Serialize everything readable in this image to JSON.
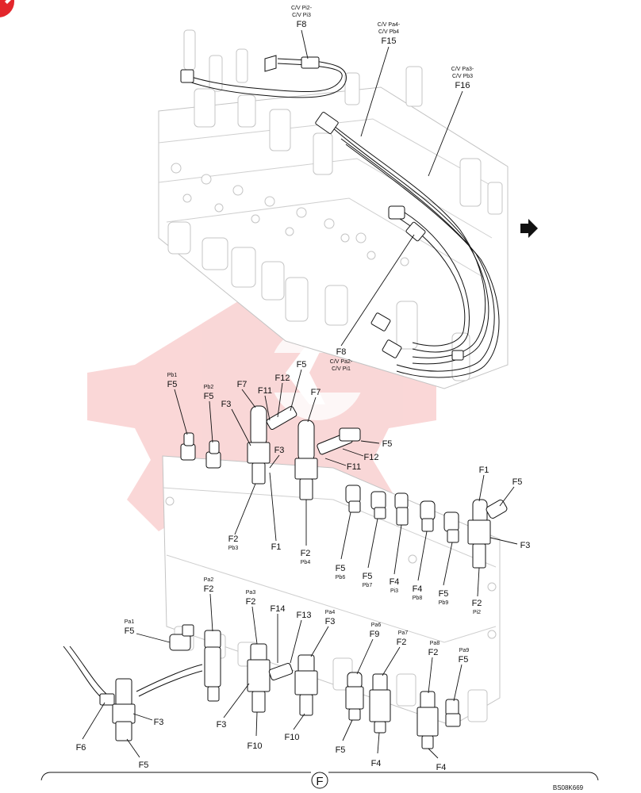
{
  "colors": {
    "line": "#111111",
    "ghost": "#c4c4c4",
    "watermark": "#f2a0a0",
    "badge": "#e3262b"
  },
  "watermark_icon": "gear-logo-watermark",
  "upper_labels": {
    "f8_top": {
      "sub": [
        "C/V Pi2-",
        "C/V Pi3"
      ],
      "code": "F8"
    },
    "f15": {
      "sub": [
        "C/V Pa4-",
        "C/V Pb4"
      ],
      "code": "F15"
    },
    "f16": {
      "sub": [
        "C/V Pa3-",
        "C/V Pb3"
      ],
      "code": "F16"
    },
    "f8_mid": {
      "code": "F8",
      "sub": [
        "C/V Pa2-",
        "C/V Pi1"
      ]
    }
  },
  "lower_labels": {
    "pb1": {
      "port": "Pb1",
      "code": "F5"
    },
    "pb2": {
      "port": "Pb2",
      "code": "F5"
    },
    "f7a": "F7",
    "f11a": "F11",
    "f12a": "F12",
    "f5a": "F5",
    "f3a": "F3",
    "f3b": "F3",
    "f7b": "F7",
    "f5b": "F5",
    "f12b": "F12",
    "f11b": "F11",
    "f2_pb3": {
      "code": "F2",
      "port": "Pb3"
    },
    "f1a": "F1",
    "f2_pb4": {
      "code": "F2",
      "port": "Pb4"
    },
    "f5_pb6": {
      "code": "F5",
      "port": "Pb6"
    },
    "f5_pb7": {
      "code": "F5",
      "port": "Pb7"
    },
    "f4_pi3": {
      "code": "F4",
      "port": "Pi3"
    },
    "f4_pb8": {
      "code": "F4",
      "port": "Pb8"
    },
    "f5_pb9": {
      "code": "F5",
      "port": "Pb9"
    },
    "f2_pi2": {
      "code": "F2",
      "port": "Pi2"
    },
    "f1b": "F1",
    "f5c": "F5",
    "f3c": "F3",
    "pa1": {
      "port": "Pa1",
      "code": "F5"
    },
    "pa2": {
      "port": "Pa2",
      "code": "F2"
    },
    "pa3": {
      "port": "Pa3",
      "code": "F2"
    },
    "f14": "F14",
    "f13": "F13",
    "pa4": {
      "port": "Pa4",
      "code": "F3"
    },
    "pa6": {
      "port": "Pa6",
      "code": "F9"
    },
    "pa7": {
      "port": "Pa7",
      "code": "F2"
    },
    "pa8": {
      "port": "Pa8",
      "code": "F2"
    },
    "pa9": {
      "port": "Pa9",
      "code": "F5"
    },
    "f3d": "F3",
    "f6": "F6",
    "f5d": "F5",
    "f3e": "F3",
    "f10a": "F10",
    "f10b": "F10",
    "f5e": "F5",
    "f4a": "F4",
    "f4b": "F4"
  },
  "footer": {
    "view_letter": "F",
    "drawing_code": "BS08K669"
  }
}
